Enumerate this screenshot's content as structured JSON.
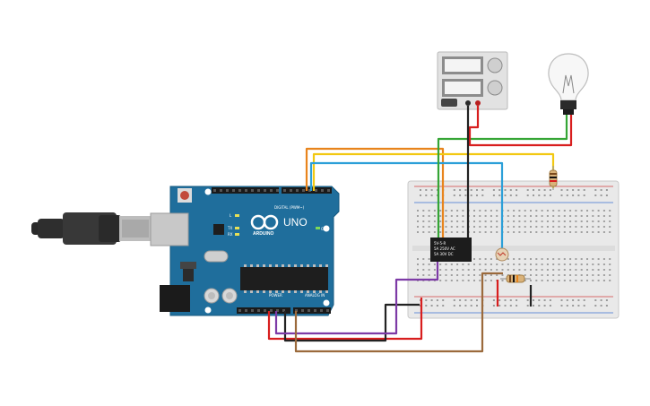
{
  "board": {
    "name": "UNO",
    "brand": "ARDUINO",
    "digital_label": "DIGITAL (PWM~)",
    "power_label": "POWER",
    "analog_label": "ANALOG IN",
    "on_label": "ON",
    "l_label": "L",
    "tx_label": "TX",
    "rx_label": "RX"
  },
  "relay": {
    "line1": "5V-5-R",
    "line2": "5A 250V AC",
    "line3": "5A 30V DC"
  },
  "colors": {
    "board_blue": "#1f6e9c",
    "wire_orange": "#e8841c",
    "wire_yellow": "#f2c811",
    "wire_blue": "#2b9fd8",
    "wire_green": "#35a535",
    "wire_red": "#d81e1e",
    "wire_black": "#222222",
    "wire_purple": "#7d3aa6",
    "wire_brown": "#9b6a3c"
  }
}
